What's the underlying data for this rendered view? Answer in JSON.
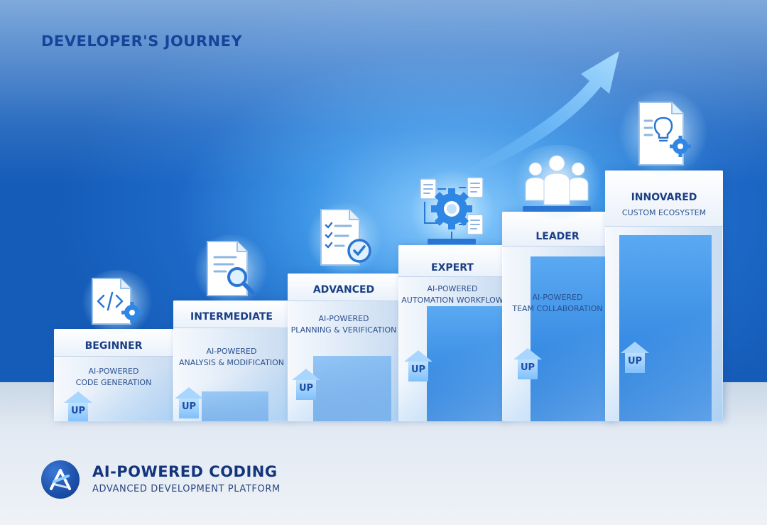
{
  "header": {
    "title": "DEVELOPER'S JOURNEY"
  },
  "stages": [
    {
      "name": "BEGINNER",
      "description": "AI-POWERED\nCODE GENERATION",
      "badge": "UP",
      "icon": "code-document-gear-icon"
    },
    {
      "name": "INTERMEDIATE",
      "description": "AI-POWERED\nANALYSIS & MODIFICATION",
      "badge": "UP",
      "icon": "document-magnifier-icon"
    },
    {
      "name": "ADVANCED",
      "description": "AI-POWERED\nPLANNING & VERIFICATION",
      "badge": "UP",
      "icon": "checklist-document-icon"
    },
    {
      "name": "EXPERT",
      "description": "AI-POWERED\nAUTOMATION WORKFLOW",
      "badge": "UP",
      "icon": "workflow-gear-icon"
    },
    {
      "name": "LEADER",
      "description": "AI-POWERED\nTEAM COLLABORATION",
      "badge": "UP",
      "icon": "team-people-icon"
    },
    {
      "name": "INNOVARED",
      "description": "CUSTOM ECOSYSTEM",
      "badge": "UP",
      "icon": "idea-document-gear-icon"
    }
  ],
  "footer": {
    "brand": "AI-POWERED CODING",
    "tagline": "ADVANCED DEVELOPMENT PLATFORM",
    "logo_icon": "ai-logo-icon"
  },
  "colors": {
    "accent_dark": "#17449a",
    "sky_blue": "#3d95e6",
    "panel_blue": "#1f76d8",
    "arrow_blue": "#7cc6ff"
  }
}
